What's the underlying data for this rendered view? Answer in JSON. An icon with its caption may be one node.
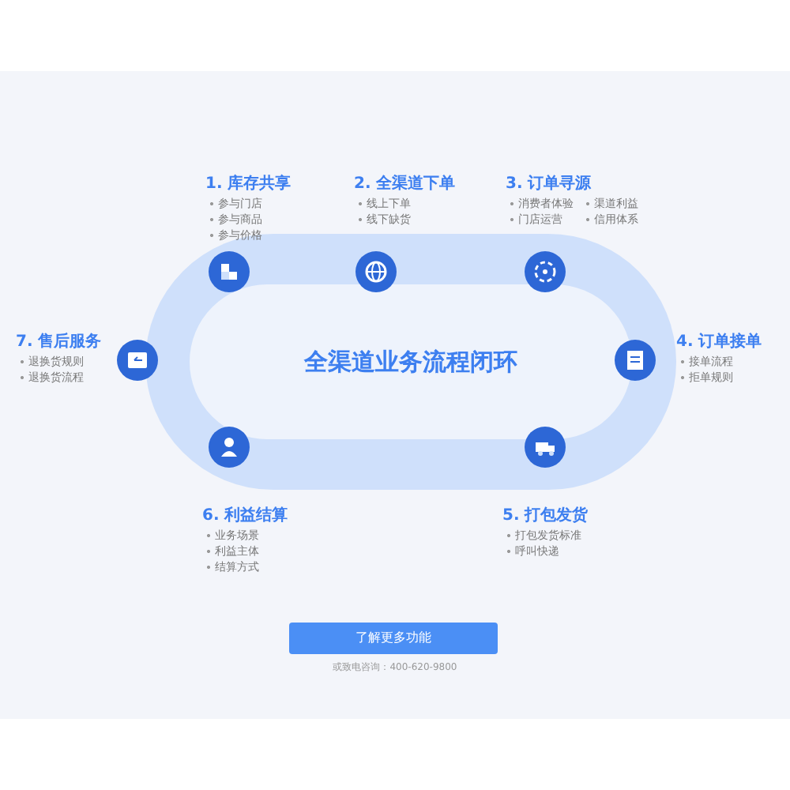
{
  "diagram": {
    "nodes": [
      {
        "text": [
          "全渠道业务流程闭环"
        ]
      },
      {
        "text": [
          "1. 库存共享",
          "参与门店",
          "参与商品",
          "参与价格"
        ]
      },
      {
        "text": [
          "2. 全渠道下单",
          "线上下单",
          "线下缺货"
        ]
      },
      {
        "text": [
          "3. 订单寻源",
          "消费者体验",
          "渠道利益",
          "门店运营",
          "信用体系"
        ]
      },
      {
        "text": [
          "4. 订单接单",
          "接单流程",
          "拒单规则"
        ]
      },
      {
        "text": [
          "5. 打包发货",
          "打包发货标准",
          "呼叫快递"
        ]
      },
      {
        "text": [
          "6. 利益结算",
          "业务场景",
          "利益主体",
          "结算方式"
        ]
      },
      {
        "text": [
          "7. 售后服务",
          "退换货规则",
          "退换货流程"
        ]
      }
    ],
    "labels": [
      "了解更多功能",
      "或致电咨询：400-620-9800"
    ]
  }
}
